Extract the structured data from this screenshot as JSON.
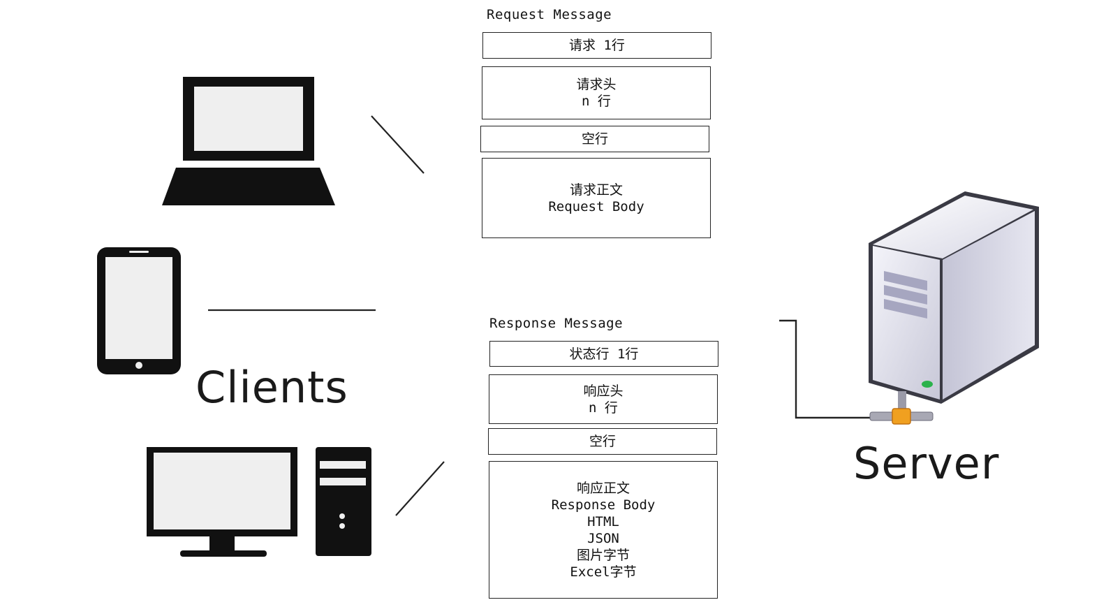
{
  "request": {
    "title": "Request Message",
    "rows": [
      {
        "lines": [
          "请求 1行"
        ]
      },
      {
        "lines": [
          "请求头",
          "n 行"
        ]
      },
      {
        "lines": [
          "空行"
        ]
      },
      {
        "lines": [
          "请求正文",
          "Request Body"
        ]
      }
    ]
  },
  "response": {
    "title": "Response Message",
    "rows": [
      {
        "lines": [
          "状态行 1行"
        ]
      },
      {
        "lines": [
          "响应头",
          "n 行"
        ]
      },
      {
        "lines": [
          "空行"
        ]
      },
      {
        "lines": [
          "响应正文",
          "Response Body",
          "HTML",
          "JSON",
          "图片字节",
          "Excel字节"
        ]
      }
    ]
  },
  "labels": {
    "clients": "Clients",
    "server": "Server"
  },
  "icons": {
    "laptop": "laptop-icon",
    "tablet": "tablet-icon",
    "desktop": "desktop-computer-icon",
    "server": "server-tower-icon"
  },
  "colors": {
    "stroke": "#222222",
    "device_fill": "#111111",
    "screen_fill": "#efefef",
    "server_body": "#d9d9e6",
    "connector": "#f0a020"
  }
}
